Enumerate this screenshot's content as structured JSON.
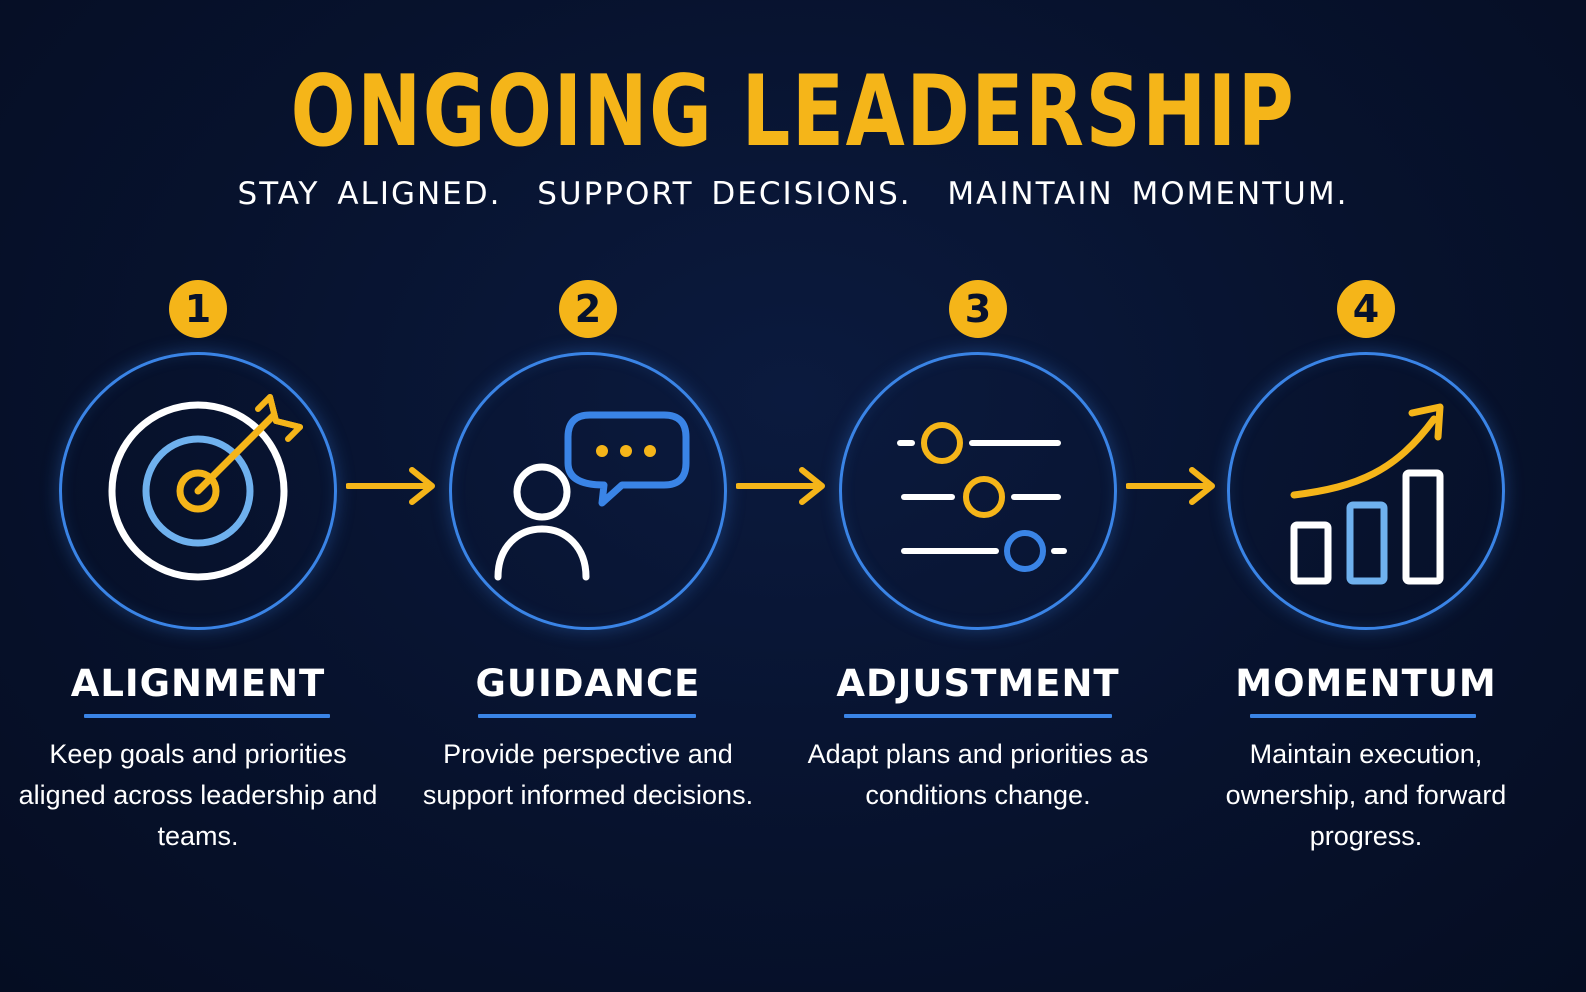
{
  "header": {
    "title": "ONGOING LEADERSHIP",
    "subtitle": "STAY ALIGNED.  SUPPORT DECISIONS.  MAINTAIN MOMENTUM."
  },
  "colors": {
    "background": "#07122d",
    "accent_gold": "#f5b519",
    "accent_blue": "#3a84e6",
    "light_blue": "#6fb1ee",
    "text": "#ffffff"
  },
  "steps": [
    {
      "number": "1",
      "title": "ALIGNMENT",
      "description": "Keep goals and priorities aligned across leadership and teams.",
      "icon": "target-icon"
    },
    {
      "number": "2",
      "title": "GUIDANCE",
      "description": "Provide perspective and support informed decisions.",
      "icon": "person-chat-icon"
    },
    {
      "number": "3",
      "title": "ADJUSTMENT",
      "description": "Adapt plans and priorities as conditions change.",
      "icon": "sliders-icon"
    },
    {
      "number": "4",
      "title": "MOMENTUM",
      "description": "Maintain execution, ownership, and forward progress.",
      "icon": "growth-chart-icon"
    }
  ]
}
